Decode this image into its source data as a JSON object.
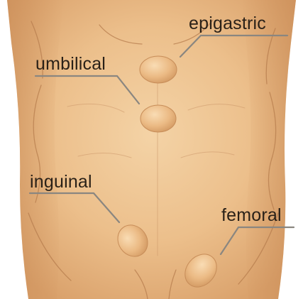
{
  "labels": {
    "epigastric": "epigastric",
    "umbilical": "umbilical",
    "inguinal": "inguinal",
    "femoral": "femoral"
  },
  "colors": {
    "skin_light": "#f3d2a4",
    "skin_mid": "#e7b47c",
    "skin_dark": "#c98f5c",
    "bulge": "#efc08a",
    "leader_line": "#8a8680",
    "label_text": "#2a2118"
  }
}
